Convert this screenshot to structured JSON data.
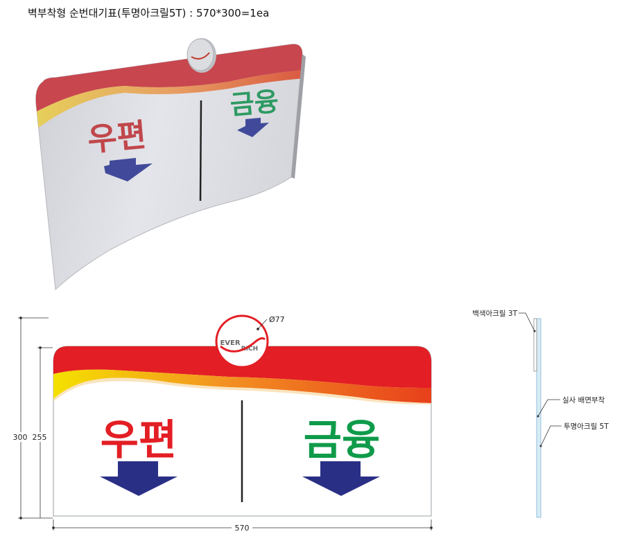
{
  "title": "벽부착형 순번대기표(투명아크릴5T) : 570*300=1ea",
  "sign": {
    "left_label": "우편",
    "right_label": "금융",
    "logo_top": "EVER",
    "logo_bottom": "RICH",
    "colors": {
      "red": "#e31e24",
      "orange": "#f39221",
      "yellow": "#f4e100",
      "green": "#0f9b4a",
      "arrow_blue": "#2a2f86",
      "divider": "#222222"
    }
  },
  "dimensions": {
    "diameter": "Ø77",
    "width": "570",
    "height_total": "300",
    "height_body": "255"
  },
  "side_view": {
    "label_top": "백색아크릴 3T",
    "label_mid": "실사 배면부착",
    "label_bottom": "투명아크릴 5T"
  }
}
